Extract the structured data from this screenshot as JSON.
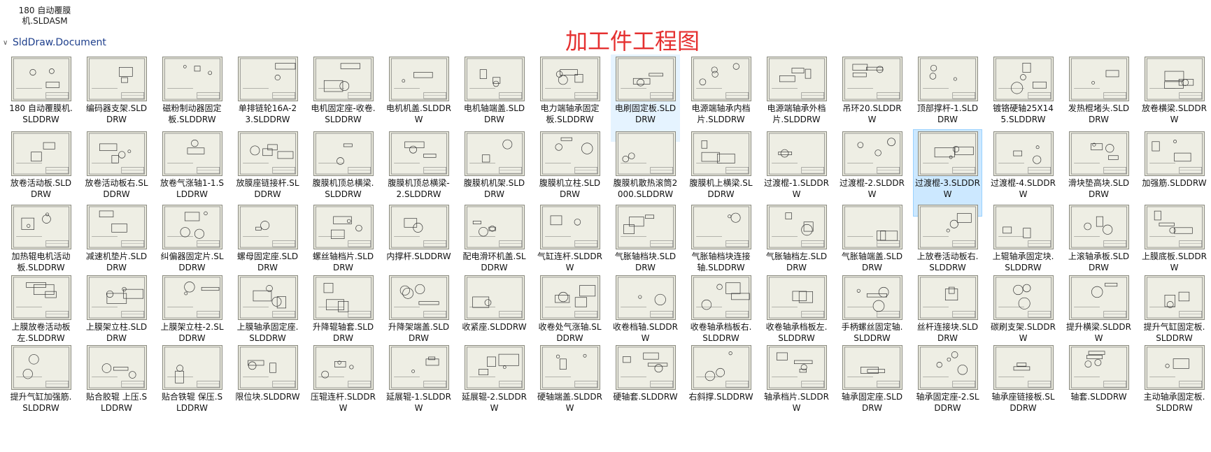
{
  "top_item": {
    "label": "180 自动覆膜机.SLDASM"
  },
  "group": {
    "title": "SldDraw.Document"
  },
  "annotation": {
    "title": "加工件工程图"
  },
  "files": [
    {
      "name": "180 自动覆膜机.SLDDRW",
      "row": 0
    },
    {
      "name": "编码器支架.SLDDRW",
      "row": 0
    },
    {
      "name": "磁粉制动器固定板.SLDDRW",
      "row": 0
    },
    {
      "name": "单排链轮16A-23.SLDDRW",
      "row": 0
    },
    {
      "name": "电机固定座-收卷.SLDDRW",
      "row": 0
    },
    {
      "name": "电机机盖.SLDDRW",
      "row": 0
    },
    {
      "name": "电机轴端盖.SLDDRW",
      "row": 0
    },
    {
      "name": "电力端轴承固定板.SLDDRW",
      "row": 0
    },
    {
      "name": "电刷固定板.SLDDRW",
      "row": 0,
      "state": "hover"
    },
    {
      "name": "电源端轴承内档片.SLDDRW",
      "row": 0
    },
    {
      "name": "电源端轴承外档片.SLDDRW",
      "row": 0
    },
    {
      "name": "吊环20.SLDDRW",
      "row": 0
    },
    {
      "name": "顶部撑杆-1.SLDDRW",
      "row": 0
    },
    {
      "name": "镀铬硬轴25X145.SLDDRW",
      "row": 0
    },
    {
      "name": "发热棍堵头.SLDDRW",
      "row": 0
    },
    {
      "name": "放卷横梁.SLDDRW",
      "row": 0
    },
    {
      "name": "放卷活动板.SLDDRW",
      "row": 1
    },
    {
      "name": "放卷活动板右.SLDDRW",
      "row": 1
    },
    {
      "name": "放卷气涨轴1-1.SLDDRW",
      "row": 1
    },
    {
      "name": "放膜座链接杆.SLDDRW",
      "row": 1
    },
    {
      "name": "腹膜机顶总横梁.SLDDRW",
      "row": 1
    },
    {
      "name": "腹膜机顶总横梁-2.SLDDRW",
      "row": 1
    },
    {
      "name": "腹膜机机架.SLDDRW",
      "row": 1
    },
    {
      "name": "腹膜机立柱.SLDDRW",
      "row": 1
    },
    {
      "name": "腹膜机散热滚筒2000.SLDDRW",
      "row": 1
    },
    {
      "name": "腹膜机上横梁.SLDDRW",
      "row": 1
    },
    {
      "name": "过渡棍-1.SLDDRW",
      "row": 1
    },
    {
      "name": "过渡棍-2.SLDDRW",
      "row": 1
    },
    {
      "name": "过渡棍-3.SLDDRW",
      "row": 1,
      "state": "selected"
    },
    {
      "name": "过渡棍-4.SLDDRW",
      "row": 1
    },
    {
      "name": "滑块垫高块.SLDDRW",
      "row": 1
    },
    {
      "name": "加强筋.SLDDRW",
      "row": 1
    },
    {
      "name": "加热辊电机活动板.SLDDRW",
      "row": 2
    },
    {
      "name": "减速机垫片.SLDDRW",
      "row": 2
    },
    {
      "name": "纠偏器固定片.SLDDRW",
      "row": 2
    },
    {
      "name": "螺母固定座.SLDDRW",
      "row": 2
    },
    {
      "name": "螺丝轴档片.SLDDRW",
      "row": 2
    },
    {
      "name": "内撑杆.SLDDRW",
      "row": 2
    },
    {
      "name": "配电滑环机盖.SLDDRW",
      "row": 2
    },
    {
      "name": "气缸连杆.SLDDRW",
      "row": 2
    },
    {
      "name": "气胀轴档块.SLDDRW",
      "row": 2
    },
    {
      "name": "气胀轴档块连接轴.SLDDRW",
      "row": 2
    },
    {
      "name": "气胀轴档左.SLDDRW",
      "row": 2
    },
    {
      "name": "气胀轴端盖.SLDDRW",
      "row": 2
    },
    {
      "name": "上放卷活动板右.SLDDRW",
      "row": 2
    },
    {
      "name": "上辊轴承固定块.SLDDRW",
      "row": 2
    },
    {
      "name": "上滚轴承板.SLDDRW",
      "row": 2
    },
    {
      "name": "上膜底板.SLDDRW",
      "row": 2
    },
    {
      "name": "上膜放卷活动板左.SLDDRW",
      "row": 3
    },
    {
      "name": "上膜架立柱.SLDDRW",
      "row": 3
    },
    {
      "name": "上膜架立柱-2.SLDDRW",
      "row": 3
    },
    {
      "name": "上膜轴承固定座.SLDDRW",
      "row": 3
    },
    {
      "name": "升降辊轴套.SLDDRW",
      "row": 3
    },
    {
      "name": "升降架端盖.SLDDRW",
      "row": 3
    },
    {
      "name": "收紧座.SLDDRW",
      "row": 3
    },
    {
      "name": "收卷处气涨轴.SLDDRW",
      "row": 3
    },
    {
      "name": "收卷档轴.SLDDRW",
      "row": 3
    },
    {
      "name": "收卷轴承档板右.SLDDRW",
      "row": 3
    },
    {
      "name": "收卷轴承档板左.SLDDRW",
      "row": 3
    },
    {
      "name": "手柄螺丝固定轴.SLDDRW",
      "row": 3
    },
    {
      "name": "丝杆连接块.SLDDRW",
      "row": 3
    },
    {
      "name": "碳刷支架.SLDDRW",
      "row": 3
    },
    {
      "name": "提升横梁.SLDDRW",
      "row": 3
    },
    {
      "name": "提升气缸固定板.SLDDRW",
      "row": 3
    },
    {
      "name": "提升气缸加强筋.SLDDRW",
      "row": 4
    },
    {
      "name": "贴合胶辊 上压.SLDDRW",
      "row": 4
    },
    {
      "name": "贴合铁辊 保压.SLDDRW",
      "row": 4
    },
    {
      "name": "限位块.SLDDRW",
      "row": 4
    },
    {
      "name": "压辊连杆.SLDDRW",
      "row": 4
    },
    {
      "name": "延展辊-1.SLDDRW",
      "row": 4
    },
    {
      "name": "延展辊-2.SLDDRW",
      "row": 4
    },
    {
      "name": "硬轴端盖.SLDDRW",
      "row": 4
    },
    {
      "name": "硬轴套.SLDDRW",
      "row": 4
    },
    {
      "name": "右斜撑.SLDDRW",
      "row": 4
    },
    {
      "name": "轴承档片.SLDDRW",
      "row": 4
    },
    {
      "name": "轴承固定座.SLDDRW",
      "row": 4
    },
    {
      "name": "轴承固定座-2.SLDDRW",
      "row": 4
    },
    {
      "name": "轴承座链接板.SLDDRW",
      "row": 4
    },
    {
      "name": "轴套.SLDDRW",
      "row": 4
    },
    {
      "name": "主动轴承固定板.SLDDRW",
      "row": 4
    }
  ]
}
